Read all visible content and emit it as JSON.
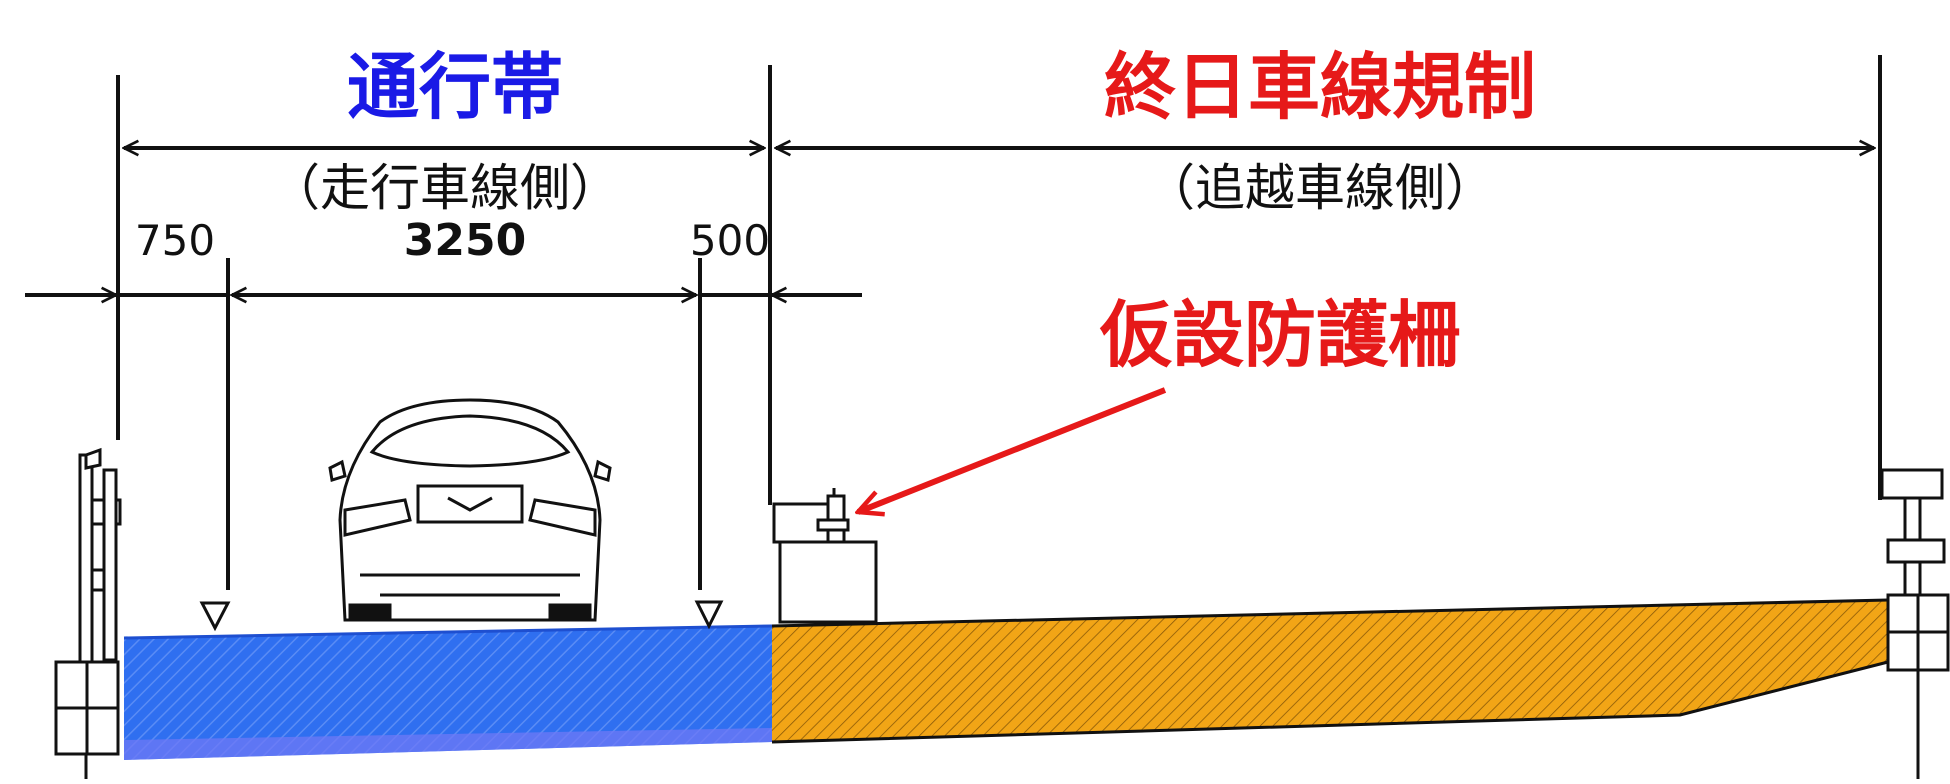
{
  "labels": {
    "travel_band": "通行帯",
    "travel_band_sub": "（走行車線側）",
    "closure": "終日車線規制",
    "closure_sub": "（追越車線側）",
    "barrier": "仮設防護柵"
  },
  "dimensions": {
    "left_margin": "750",
    "lane_width": "3250",
    "right_margin": "500"
  },
  "colors": {
    "travel_band": "#1a1ae6",
    "closure": "#e61919",
    "lane_fill": "#2f6ff0",
    "closure_fill": "#f2a516",
    "line": "#111111"
  }
}
